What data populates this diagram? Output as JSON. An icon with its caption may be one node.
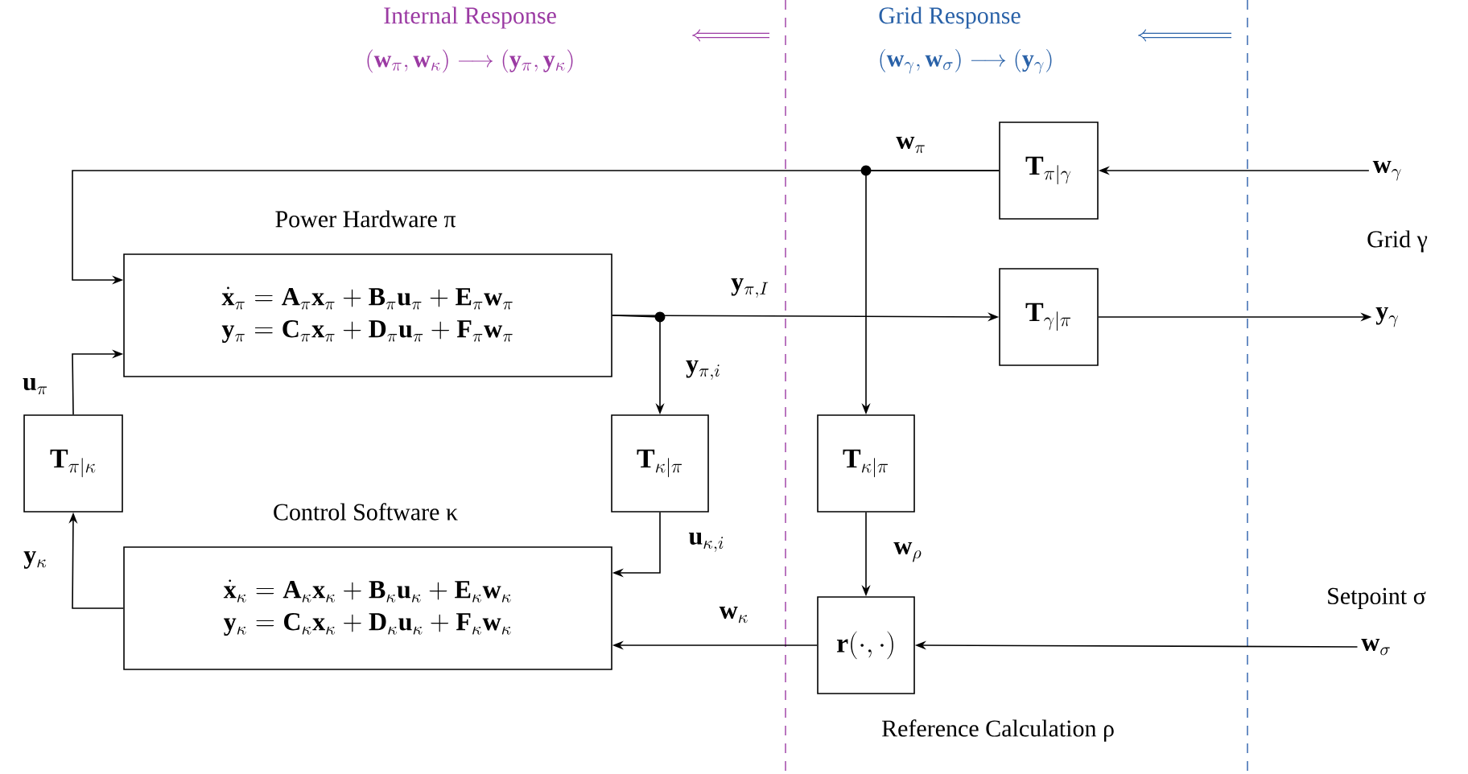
{
  "diagram": {
    "nodes": [
      {
        "text": [
          "Power Hardware π",
          "\\dot{\\mathbf{x}}_\\pi = \\mathbf{A}_\\pi \\mathbf{x}_\\pi + \\mathbf{B}_\\pi \\mathbf{u}_\\pi + \\mathbf{E}_\\pi \\mathbf{w}_\\pi",
          "\\mathbf{y}_\\pi = \\mathbf{C}_\\pi \\mathbf{x}_\\pi + \\mathbf{D}_\\pi \\mathbf{u}_\\pi + \\mathbf{F}_\\pi \\mathbf{w}_\\pi"
        ]
      },
      {
        "text": [
          "Control Software κ",
          "\\dot{\\mathbf{x}}_\\kappa = \\mathbf{A}_\\kappa \\mathbf{x}_\\kappa + \\mathbf{B}_\\kappa \\mathbf{u}_\\kappa + \\mathbf{E}_\\kappa \\mathbf{w}_\\kappa",
          "\\mathbf{y}_\\kappa = \\mathbf{C}_\\kappa \\mathbf{x}_\\kappa + \\mathbf{D}_\\kappa \\mathbf{u}_\\kappa + \\mathbf{F}_\\kappa \\mathbf{w}_\\kappa"
        ]
      },
      {
        "text": [
          "\\mathbf{T}_{\\pi|\\kappa}"
        ]
      },
      {
        "text": [
          "\\mathbf{T}_{\\kappa|\\pi}"
        ]
      },
      {
        "text": [
          "\\mathbf{T}_{\\pi|\\gamma}"
        ]
      },
      {
        "text": [
          "\\mathbf{T}_{\\gamma|\\pi}"
        ]
      },
      {
        "text": [
          "\\mathbf{T}_{\\kappa|\\pi}"
        ]
      },
      {
        "text": [
          "\\mathbf{r}(\\cdot,\\cdot)"
        ]
      },
      {
        "text": [
          "\\mathbf{w}_\\gamma"
        ]
      },
      {
        "text": [
          "\\mathbf{y}_\\gamma"
        ]
      },
      {
        "text": [
          "\\mathbf{w}_\\sigma"
        ]
      }
    ],
    "edges": [
      {
        "from": 8,
        "to": 4,
        "arrow": "to"
      },
      {
        "from": 4,
        "to": 0,
        "arrow": "to",
        "label": "\\mathbf{w}_\\pi"
      },
      {
        "from": 4,
        "to": 6,
        "arrow": "to"
      },
      {
        "from": 0,
        "to": 5,
        "arrow": "to",
        "label": "\\mathbf{y}_{\\pi,I}"
      },
      {
        "from": 0,
        "to": 3,
        "arrow": "to",
        "label": "\\mathbf{y}_{\\pi,i}"
      },
      {
        "from": 5,
        "to": 9,
        "arrow": "to"
      },
      {
        "from": 3,
        "to": 1,
        "arrow": "to",
        "label": "\\mathbf{u}_{\\kappa,i}"
      },
      {
        "from": 6,
        "to": 7,
        "arrow": "to",
        "label": "\\mathbf{w}_\\rho"
      },
      {
        "from": 10,
        "to": 7,
        "arrow": "to"
      },
      {
        "from": 7,
        "to": 1,
        "arrow": "to",
        "label": "\\mathbf{w}_\\kappa"
      },
      {
        "from": 1,
        "to": 2,
        "arrow": "to",
        "label": "\\mathbf{y}_\\kappa"
      },
      {
        "from": 2,
        "to": 0,
        "arrow": "to",
        "label": "\\mathbf{u}_\\pi"
      }
    ],
    "labels": [
      "Internal Response",
      "(\\mathbf{w}_\\pi, \\mathbf{w}_\\kappa) \\longrightarrow (\\mathbf{y}_\\pi, \\mathbf{y}_\\kappa)",
      "Grid Response",
      "(\\mathbf{w}_\\gamma, \\mathbf{w}_\\sigma) \\longrightarrow (\\mathbf{y}_\\gamma)",
      "Grid γ",
      "Setpoint σ",
      "Reference Calculation ρ"
    ]
  }
}
